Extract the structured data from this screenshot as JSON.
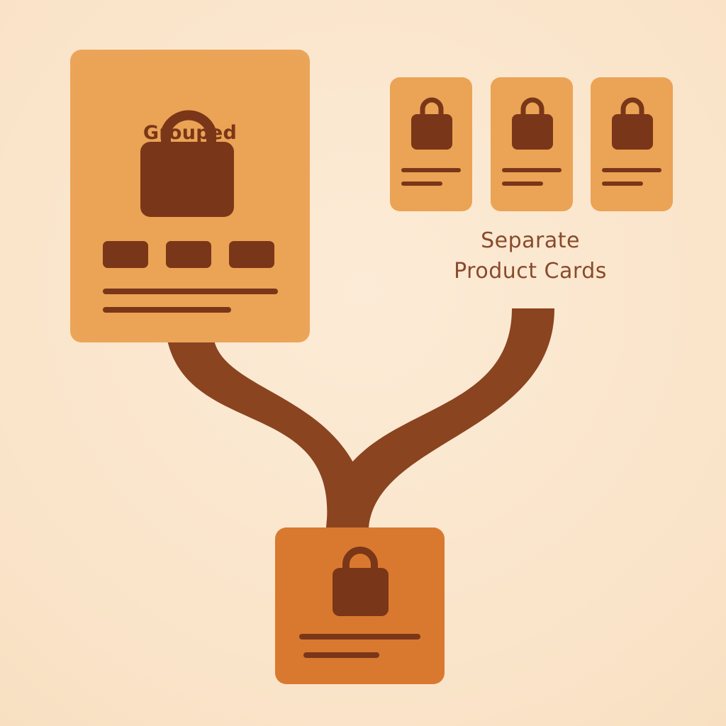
{
  "diagram": {
    "grouped_card": {
      "title": "Grouped",
      "icon": "shopping-bag-icon"
    },
    "separate_cards": {
      "caption_line1": "Separate",
      "caption_line2": "Product Cards",
      "icon": "shopping-bag-icon",
      "count": 3
    },
    "combined_card": {
      "icon": "shopping-bag-icon"
    },
    "colors": {
      "background": "#fbe7cf",
      "card": "#eba355",
      "combined_card": "#d9792f",
      "connector": "#8a4420",
      "ink": "#7a3618"
    }
  }
}
